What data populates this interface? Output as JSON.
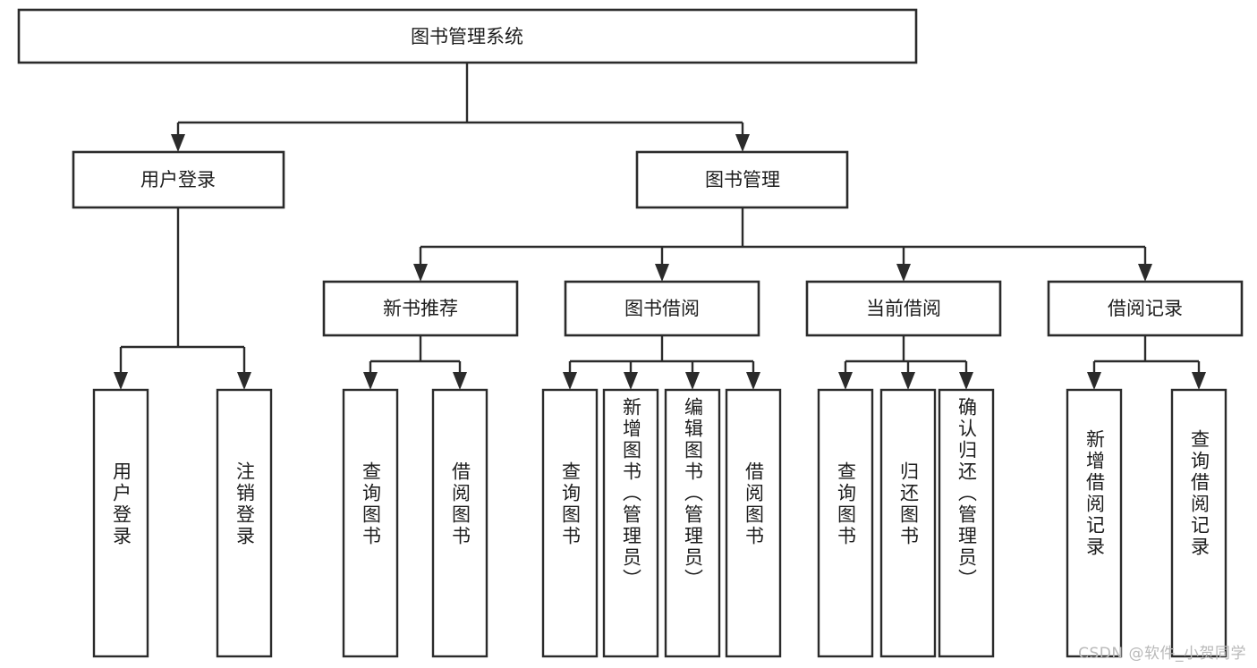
{
  "diagram": {
    "title": "图书管理系统",
    "type": "tree",
    "colors": {
      "background": "#ffffff",
      "box_stroke": "#2b2b2b",
      "box_fill": "#ffffff",
      "text": "#1d1d1d",
      "watermark": "#b9b9b9"
    },
    "root": {
      "label": "图书管理系统"
    },
    "level2": [
      {
        "label": "用户登录"
      },
      {
        "label": "图书管理"
      }
    ],
    "level3": [
      {
        "label": "新书推荐"
      },
      {
        "label": "图书借阅"
      },
      {
        "label": "当前借阅"
      },
      {
        "label": "借阅记录"
      }
    ],
    "leaves": {
      "user_login": [
        {
          "label": "用户登录"
        },
        {
          "label": "注销登录"
        }
      ],
      "new_book_recommend": [
        {
          "label": "查询图书"
        },
        {
          "label": "借阅图书"
        }
      ],
      "book_borrow": [
        {
          "label": "查询图书"
        },
        {
          "label": "新增图书（管理员）"
        },
        {
          "label": "编辑图书（管理员）"
        },
        {
          "label": "借阅图书"
        }
      ],
      "current_borrow": [
        {
          "label": "查询图书"
        },
        {
          "label": "归还图书"
        },
        {
          "label": "确认归还（管理员）"
        }
      ],
      "borrow_record": [
        {
          "label": "新增借阅记录"
        },
        {
          "label": "查询借阅记录"
        }
      ]
    }
  },
  "watermark": {
    "text": "CSDN @软件_小贺同学"
  }
}
